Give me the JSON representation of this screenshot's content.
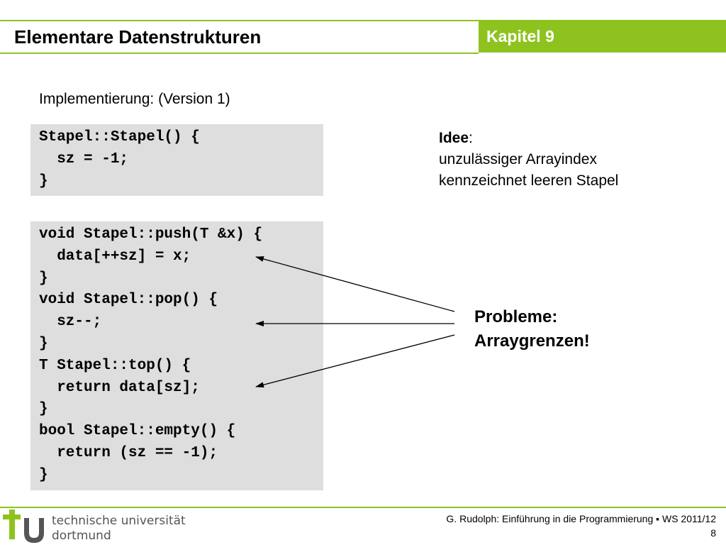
{
  "header": {
    "title": "Elementare Datenstrukturen",
    "chapter": "Kapitel 9"
  },
  "slide": {
    "subtitle": "Implementierung: (Version 1)",
    "code_block_1": [
      "Stapel::Stapel() {",
      "  sz = -1;",
      "}"
    ],
    "code_block_2": [
      "void Stapel::push(T &x) {",
      "  data[++sz] = x;",
      "}",
      "void Stapel::pop() {",
      "  sz--;",
      "}",
      "T Stapel::top() {",
      "  return data[sz];",
      "}",
      "bool Stapel::empty() {",
      "  return (sz == -1);",
      "}"
    ],
    "idea": {
      "heading": "Idee",
      "colon": ":",
      "line1": "unzulässiger Arrayindex",
      "line2": "kennzeichnet leeren Stapel"
    },
    "problems": {
      "line1": "Probleme:",
      "line2": "Arraygrenzen!"
    }
  },
  "footer": {
    "university_line1": "technische universität",
    "university_line2": "dortmund",
    "credit": "G. Rudolph: Einführung in die Programmierung ▪ WS 2011/12",
    "page_number": "8"
  },
  "colors": {
    "accent": "#8ec31f",
    "code_background": "#dedede",
    "logo_dark": "#555555"
  }
}
